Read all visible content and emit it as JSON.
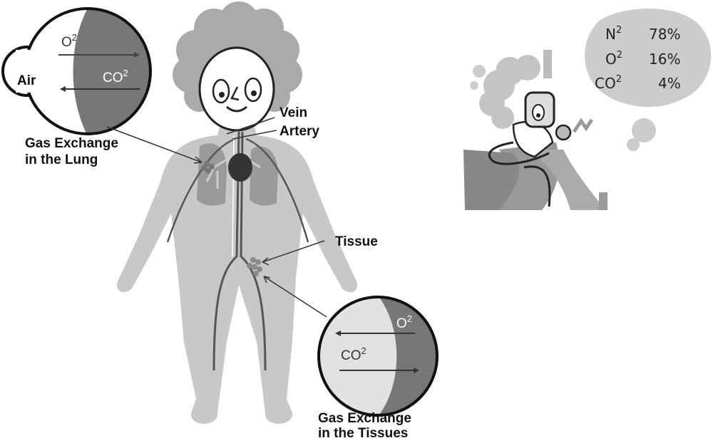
{
  "labels": {
    "air": "Air",
    "vein": "Vein",
    "artery": "Artery",
    "tissue": "Tissue",
    "lung_line1": "Gas Exchange",
    "lung_line2": "in the Lung",
    "tissues_line1": "Gas Exchange",
    "tissues_line2": "in the Tissues"
  },
  "lung_circle": {
    "o2_base": "O",
    "o2_sup": "2",
    "co2_base": "CO",
    "co2_sup": "2"
  },
  "tissue_circle": {
    "o2_base": "O",
    "o2_sup": "2",
    "co2_base": "CO",
    "co2_sup": "2"
  },
  "air_composition": [
    {
      "base": "N",
      "sup": "2",
      "value": "78%"
    },
    {
      "base": "O",
      "sup": "2",
      "value": "16%"
    },
    {
      "base": "CO",
      "sup": "2",
      "value": "4%"
    }
  ],
  "colors": {
    "body": "#c8c8c8",
    "hair": "#aaaaaa",
    "lung": "#9a9a9a",
    "heart": "#333333",
    "circle_dark": "#777777",
    "circle_light": "#e2e2e2"
  }
}
